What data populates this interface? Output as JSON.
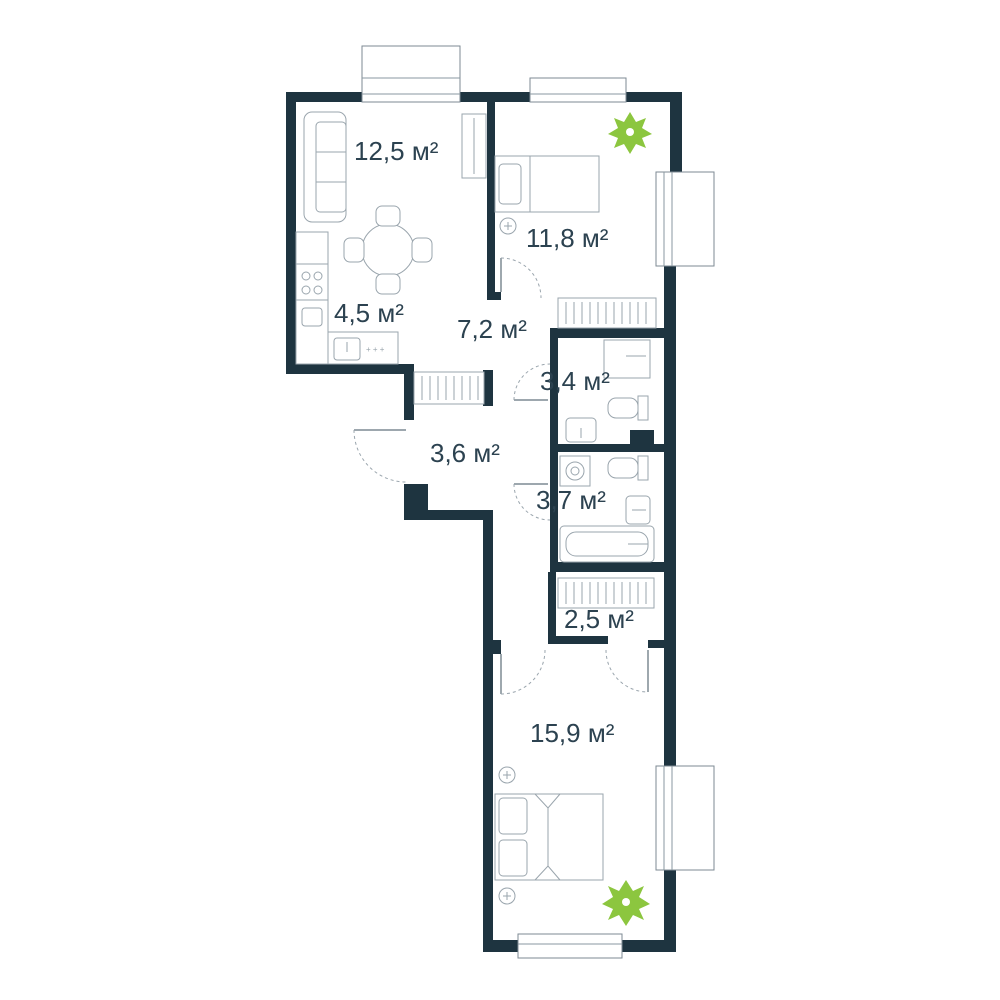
{
  "rooms": [
    {
      "id": "kitchen-living",
      "area": "12,5 м²"
    },
    {
      "id": "bedroom-1",
      "area": "11,8 м²"
    },
    {
      "id": "kitchen-zone",
      "area": "4,5 м²"
    },
    {
      "id": "hall",
      "area": "7,2 м²"
    },
    {
      "id": "wc",
      "area": "3,4 м²"
    },
    {
      "id": "entrance",
      "area": "3,6 м²"
    },
    {
      "id": "bathroom",
      "area": "3,7 м²"
    },
    {
      "id": "storage",
      "area": "2,5 м²"
    },
    {
      "id": "bedroom-2",
      "area": "15,9 м²"
    }
  ],
  "icons": [
    "sofa-icon",
    "dining-table-icon",
    "single-bed-icon",
    "double-bed-icon",
    "stove-icon",
    "sink-icon",
    "toilet-icon",
    "bathtub-icon",
    "washing-machine-icon",
    "wardrobe-icon",
    "plant-icon",
    "window-icon",
    "door-icon"
  ],
  "colors": {
    "wall": "#1e3440",
    "plant": "#8cc63f",
    "furniture": "#9aa5ad",
    "text": "#2c4250"
  }
}
